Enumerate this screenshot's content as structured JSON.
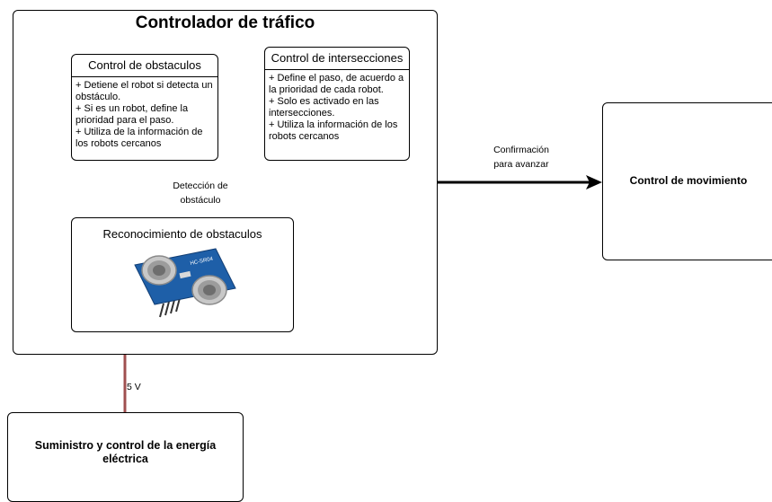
{
  "colors": {
    "line": "#000000",
    "green_arrow_fill": "#d5e8d4",
    "green_arrow_stroke": "#82b366",
    "red_arrow": "#a05050",
    "sensor_board": "#1e5fa8",
    "sensor_silver": "#c8c8c8"
  },
  "traffic_controller": {
    "title": "Controlador de tráfico"
  },
  "obstacle_control": {
    "title": "Control de obstaculos",
    "body": "+ Detiene el robot si detecta un obstáculo.\n+ Si es un robot, define la prioridad para el paso.\n+ Utiliza de la información de los robots cercanos"
  },
  "intersection_control": {
    "title": "Control de intersecciones",
    "body": "+ Define el paso, de acuerdo a la prioridad de cada robot.\n+ Solo es activado en las intersecciones.\n+ Utiliza la información de los robots cercanos"
  },
  "obstacle_recognition": {
    "title": "Reconocimiento de obstaculos",
    "sensor_image": "ultrasonic-sensor-icon",
    "sensor_model": "HC-SR04"
  },
  "motion_control": {
    "title": "Control de movimiento"
  },
  "power_supply": {
    "title": "Suministro y control de la energía eléctrica"
  },
  "edges": {
    "detection": "Detección de\nobstáculo",
    "confirmation": "Confirmación\npara avanzar",
    "voltage": "5 V"
  }
}
